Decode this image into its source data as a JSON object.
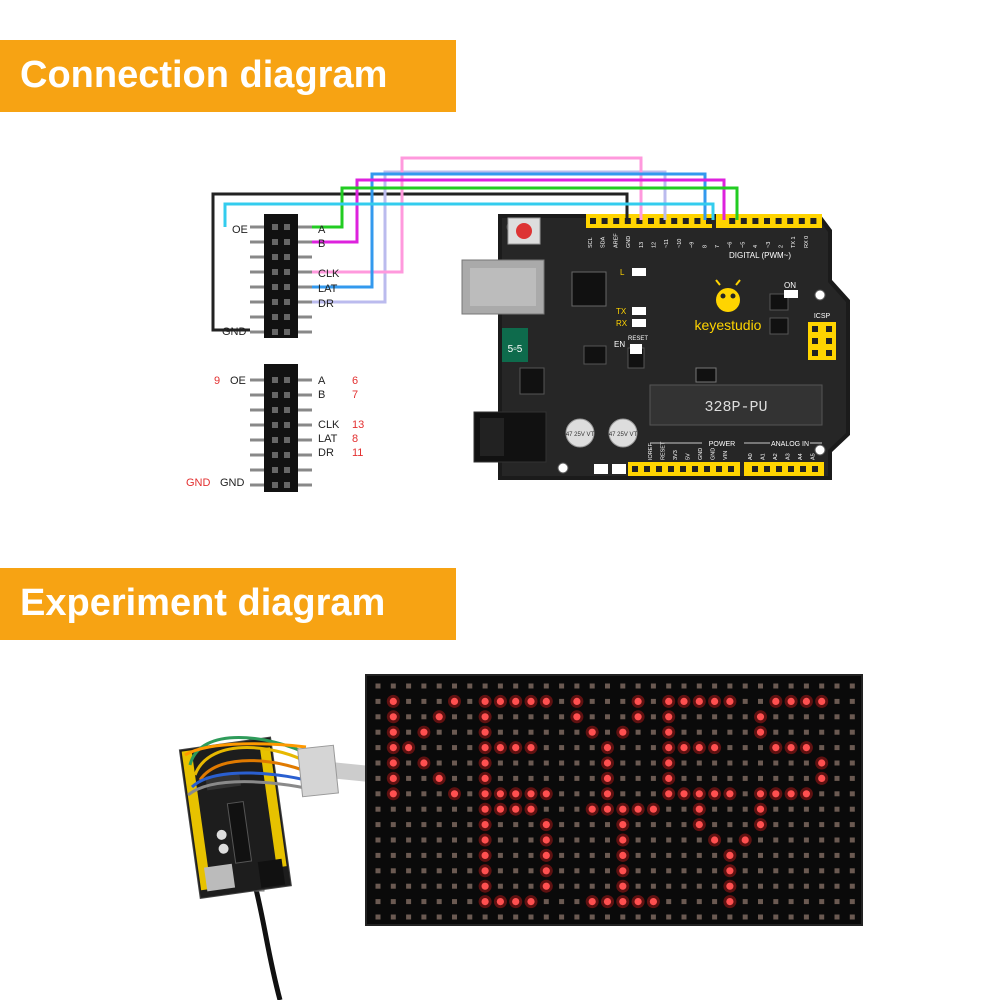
{
  "banners": {
    "connection": "Connection diagram",
    "experiment": "Experiment diagram"
  },
  "connector_top": {
    "left_labels": [
      "OE",
      "GND"
    ],
    "right_labels": [
      "A",
      "B",
      "CLK",
      "LAT",
      "DR"
    ]
  },
  "connector_bottom": {
    "left_labels": [
      "OE",
      "GND"
    ],
    "right_labels": [
      "A",
      "B",
      "CLK",
      "LAT",
      "DR"
    ],
    "pin_numbers": {
      "oe": "9",
      "gnd": "GND",
      "a": "6",
      "b": "7",
      "clk": "13",
      "lat": "8",
      "dr": "11"
    }
  },
  "board": {
    "brand": "keyestudio",
    "chip": "328P-PU",
    "digital_label": "DIGITAL (PWM~)",
    "power_label": "POWER",
    "analog_label": "ANALOG IN",
    "icsp_label": "ICSP",
    "on_label": "ON",
    "reset_label": "RESET",
    "en_label": "EN",
    "l_label": "L",
    "tx_label": "TX",
    "rx_label": "RX",
    "fuse_label": "5▫5",
    "cap_label": "47 25V VT",
    "top_pins": [
      "SCL",
      "SDA",
      "AREF",
      "GND",
      "13",
      "12",
      "~11",
      "~10",
      "~9",
      "8",
      "7",
      "~6",
      "~5",
      "4",
      "~3",
      "2",
      "TX 1",
      "RX 0"
    ],
    "power_pins": [
      "IOREF",
      "RESET",
      "3V3",
      "5V",
      "GND",
      "GND",
      "VIN"
    ],
    "analog_pins": [
      "A0",
      "A1",
      "A2",
      "A3",
      "A4",
      "A5"
    ]
  },
  "colors": {
    "banner": "#f7a313",
    "wire_oe": "#33ccee",
    "wire_a": "#22cc22",
    "wire_b": "#dd22dd",
    "wire_clk": "#ff99dd",
    "wire_lat": "#3399ee",
    "wire_dr": "#bbbbee",
    "wire_gnd": "#222222",
    "pin_number": "#e33030",
    "led_on": "#ff2020"
  },
  "display_text": {
    "top_line": "KEYES",
    "bottom_line": "DIY"
  }
}
